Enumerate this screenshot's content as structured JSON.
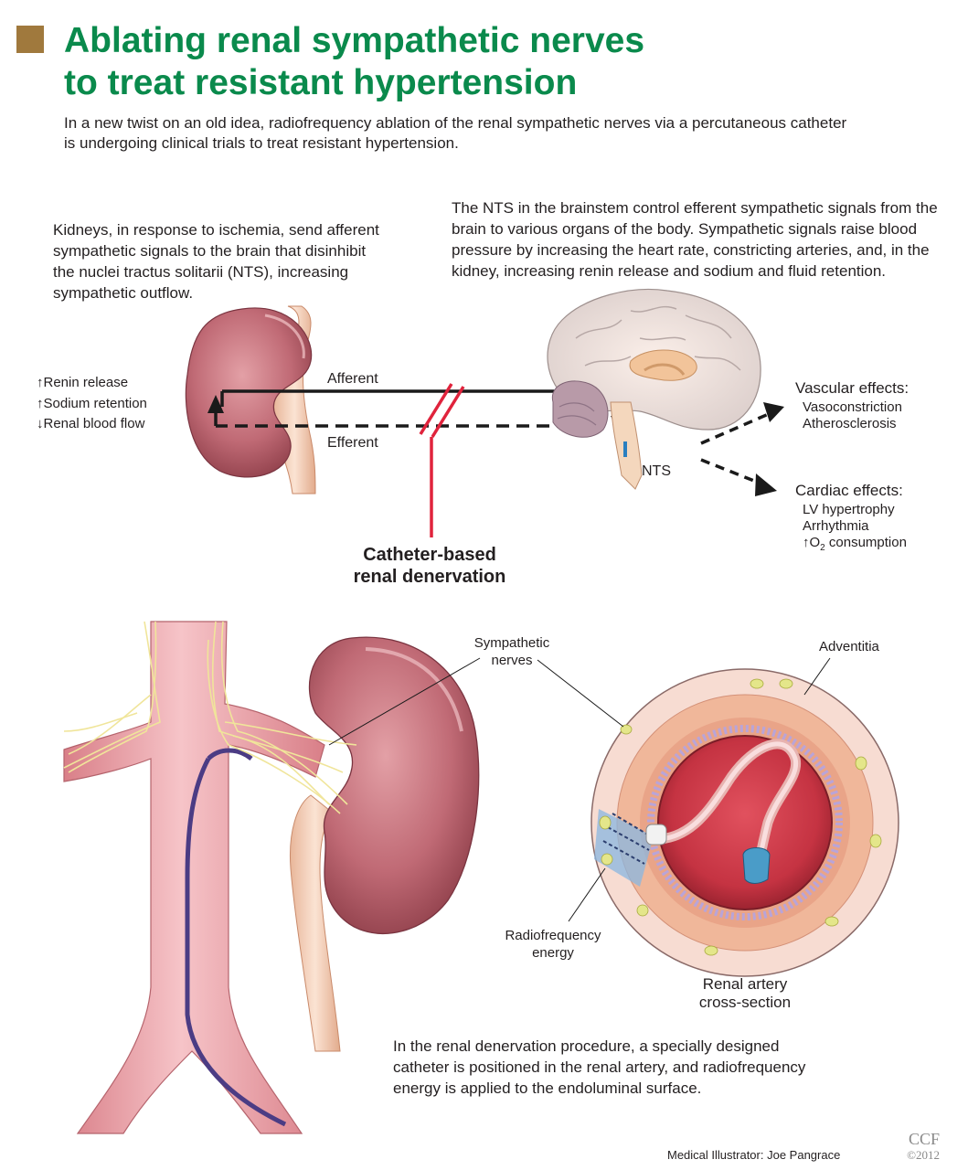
{
  "header": {
    "title_line1": "Ablating renal sympathetic nerves",
    "title_line2": "to treat resistant hypertension",
    "intro_line1": "In a new twist on an old idea, radiofrequency ablation of the renal sympathetic nerves via a percutaneous catheter",
    "intro_line2": "is undergoing clinical trials to treat resistant hypertension."
  },
  "kidneys_text": {
    "lines": [
      "Kidneys, in response to ischemia, send afferent",
      "sympathetic signals to the brain that disinhibit",
      "the nuclei tractus solitarii (NTS), increasing",
      "sympathetic outflow."
    ]
  },
  "nts_text": {
    "lines": [
      "The NTS in the brainstem control efferent sympathetic signals from the",
      "brain to various organs of the body. Sympathetic signals raise blood",
      "pressure by increasing the heart rate, constricting arteries, and, in the",
      "kidney, increasing renin release and sodium and fluid retention."
    ]
  },
  "renal_effects": {
    "items": [
      "↑Renin release",
      "↑Sodium retention",
      "↓Renal blood flow"
    ]
  },
  "pathway": {
    "afferent": "Afferent",
    "efferent": "Efferent",
    "nts": "NTS",
    "catheter_line1": "Catheter-based",
    "catheter_line2": "renal denervation"
  },
  "vascular": {
    "heading": "Vascular effects:",
    "items": [
      "Vasoconstriction",
      "Atherosclerosis"
    ]
  },
  "cardiac": {
    "heading": "Cardiac effects:",
    "items": [
      "LV hypertrophy",
      "Arrhythmia"
    ],
    "o2_prefix": "↑O",
    "o2_sub": "2",
    "o2_suffix": " consumption"
  },
  "lower": {
    "sympathetic_line1": "Sympathetic",
    "sympathetic_line2": "nerves",
    "adventitia": "Adventitia",
    "rf_line1": "Radiofrequency",
    "rf_line2": "energy",
    "cross_line1": "Renal artery",
    "cross_line2": "cross-section",
    "procedure_lines": [
      "In the renal denervation procedure, a specially designed",
      "catheter is positioned in the renal artery, and radiofrequency",
      "energy is applied to the endoluminal surface."
    ]
  },
  "footer": {
    "illustrator": "Medical Illustrator: Joe Pangrace",
    "ccf": "CCF",
    "year": "©2012"
  },
  "colors": {
    "title_green": "#0a8a4c",
    "accent_gold": "#a0793d",
    "catheter_red": "#e0233c",
    "kidney": "#b8606a",
    "aorta": "#e8a0a6"
  }
}
